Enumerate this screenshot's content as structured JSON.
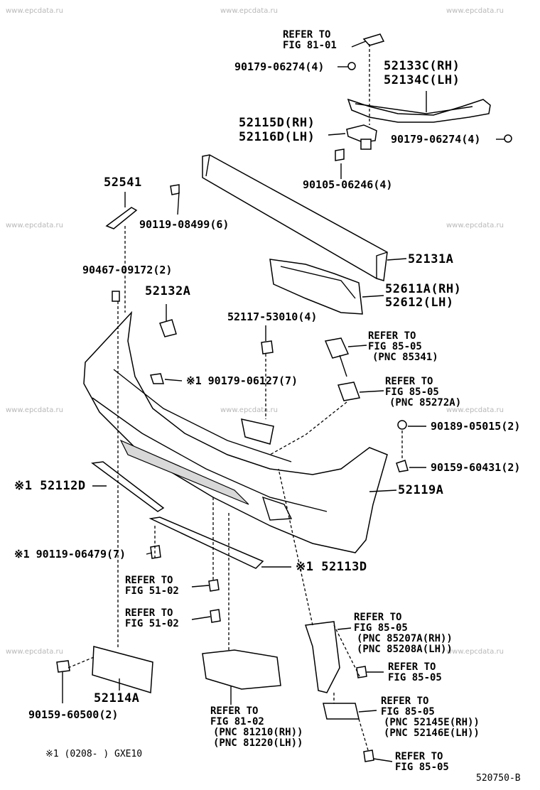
{
  "watermark": "www.epcdata.ru",
  "labels": {
    "ref_81_01": [
      "REFER TO",
      "FIG 81-01"
    ],
    "p_90179_06274_top": "90179-06274(4)",
    "p_52133c": "52133C(RH)",
    "p_52134c": "52134C(LH)",
    "p_52115d": "52115D(RH)",
    "p_52116d": "52116D(LH)",
    "p_90179_06274_right": "90179-06274(4)",
    "p_90105_06246": "90105-06246(4)",
    "p_52541": "52541",
    "p_90119_08499": "90119-08499(6)",
    "p_52131a": "52131A",
    "p_90467_09172": "90467-09172(2)",
    "p_52611a": "52611A(RH)",
    "p_52612": "52612(LH)",
    "p_52132a": "52132A",
    "p_52117_53010": "52117-53010(4)",
    "ref_85_05_a": [
      "REFER TO",
      "FIG 85-05",
      "(PNC 85341)"
    ],
    "p_90179_06127": "※1 90179-06127(7)",
    "ref_85_05_b": [
      "REFER TO",
      "FIG 85-05",
      "(PNC 85272A)"
    ],
    "p_90189_05015": "90189-05015(2)",
    "p_90159_60431": "90159-60431(2)",
    "p_52112d": "※1 52112D",
    "p_52119a": "52119A",
    "p_90119_06479": "※1 90119-06479(7)",
    "p_52113d": "※1 52113D",
    "ref_51_02_a": [
      "REFER TO",
      "FIG 51-02"
    ],
    "ref_51_02_b": [
      "REFER TO",
      "FIG 51-02"
    ],
    "ref_85_05_c": [
      "REFER TO",
      "FIG 85-05",
      "(PNC 85207A(RH))",
      "(PNC 85208A(LH))"
    ],
    "ref_85_05_d": [
      "REFER TO",
      "FIG 85-05"
    ],
    "p_52114a": "52114A",
    "p_90159_60500": "90159-60500(2)",
    "ref_81_02": [
      "REFER TO",
      "FIG 81-02",
      "(PNC 81210(RH))",
      "(PNC 81220(LH))"
    ],
    "ref_85_05_e": [
      "REFER TO",
      "FIG 85-05",
      "(PNC 52145E(RH))",
      "(PNC 52146E(LH))"
    ],
    "ref_85_05_f": [
      "REFER TO",
      "FIG 85-05"
    ]
  },
  "footnote": "※1 (0208-      ) GXE10",
  "figure_id": "520750-B"
}
